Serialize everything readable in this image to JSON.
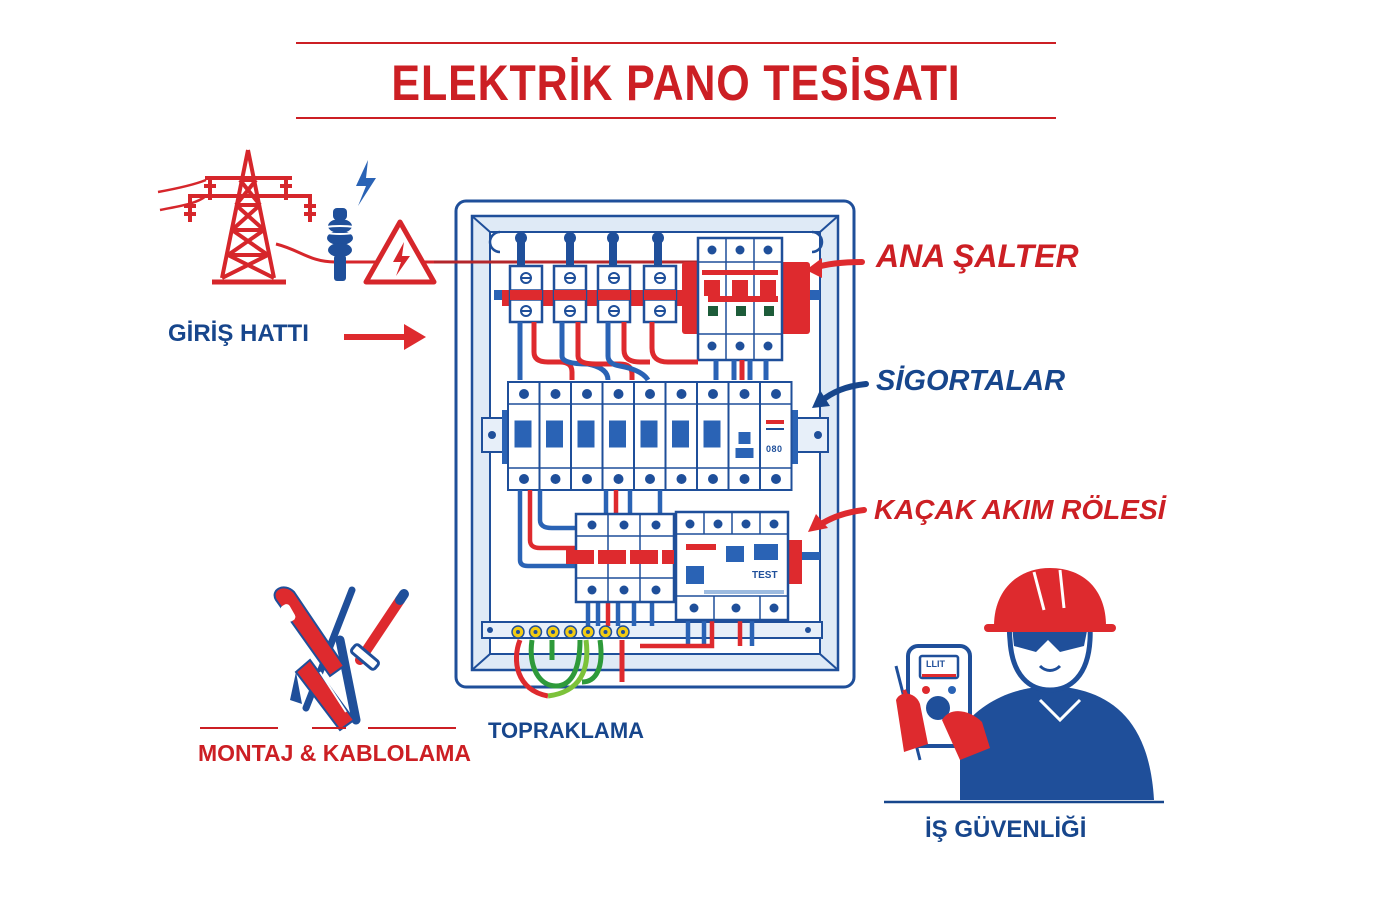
{
  "title": "ELEKTRİK PANO TESİSATI",
  "labels": {
    "main_switch": "ANA ŞALTER",
    "fuses": "SİGORTALAR",
    "rcd": "KAÇAK AKIM RÖLESİ",
    "input_line": "GİRİŞ HATTI",
    "grounding": "TOPRAKLAMA",
    "assembly": "MONTAJ & KABLOLAMA",
    "safety": "İŞ GÜVENLİĞİ"
  },
  "component_text": {
    "rcd_test": "TEST",
    "fuse_indicator": "0 8 0",
    "multimeter_display": "LLIT"
  },
  "colors": {
    "red": "#cc1f24",
    "blue": "#17468c",
    "mid_blue": "#2265b8",
    "light_blue": "#d9e6f4",
    "green": "#3aa63a",
    "yellow": "#e8c400"
  }
}
